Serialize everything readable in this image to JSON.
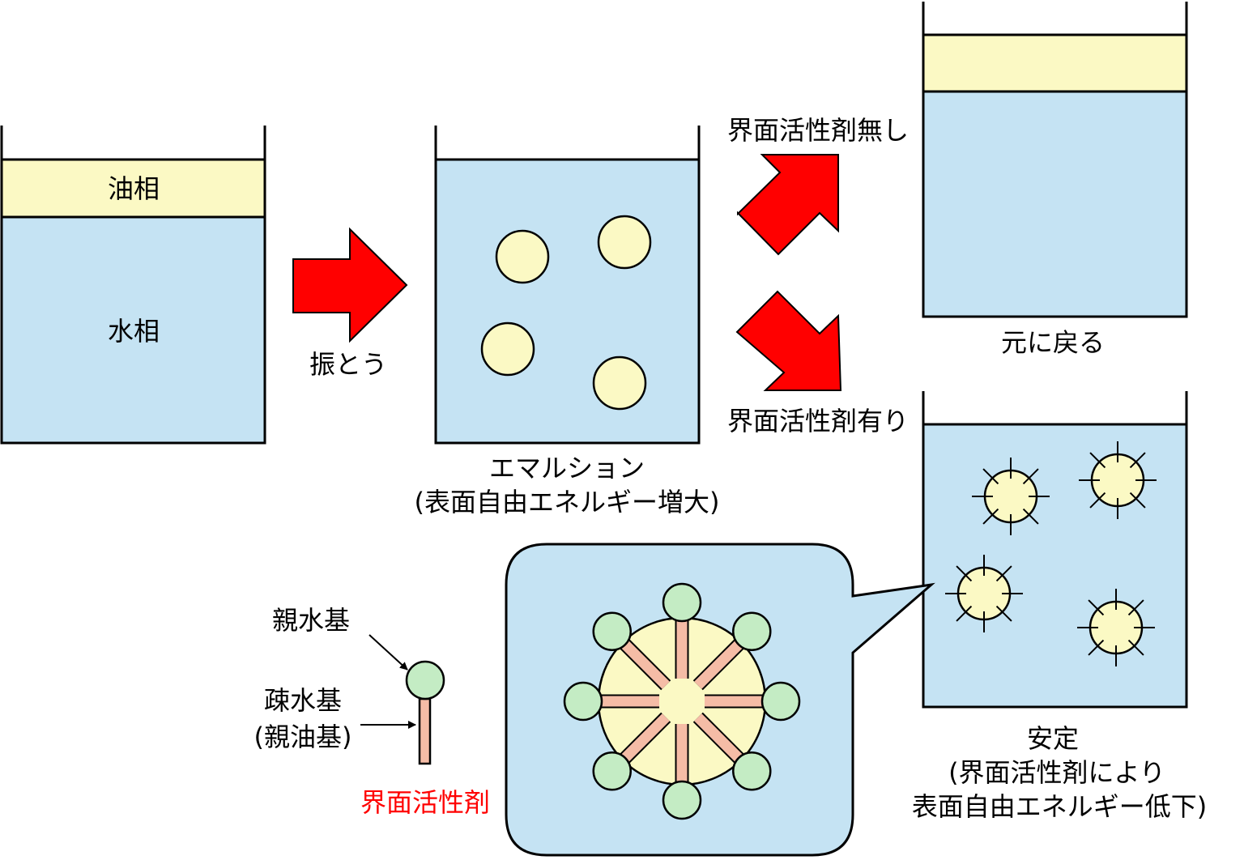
{
  "colors": {
    "water": "#c5e3f3",
    "oil": "#fbf9c4",
    "arrow": "#ff0000",
    "head": "#c4ecc4",
    "tail": "#f5bca6",
    "label_red": "#ff0000"
  },
  "beaker1": {
    "oil_label": "油相",
    "water_label": "水相"
  },
  "arrow_shake": {
    "label": "振とう"
  },
  "beaker2": {
    "caption_line1": "エマルション",
    "caption_line2": "(表面自由エネルギー増大)"
  },
  "branch_without": {
    "label": "界面活性剤無し"
  },
  "branch_with": {
    "label": "界面活性剤有り"
  },
  "beaker3": {
    "caption": "元に戻る"
  },
  "beaker4": {
    "caption_line1": "安定",
    "caption_line2": "(界面活性剤により",
    "caption_line3": "表面自由エネルギー低下)"
  },
  "surfactant": {
    "hydrophilic_label": "親水基",
    "hydrophobic_label_line1": "疎水基",
    "hydrophobic_label_line2": "(親油基)",
    "name": "界面活性剤"
  }
}
